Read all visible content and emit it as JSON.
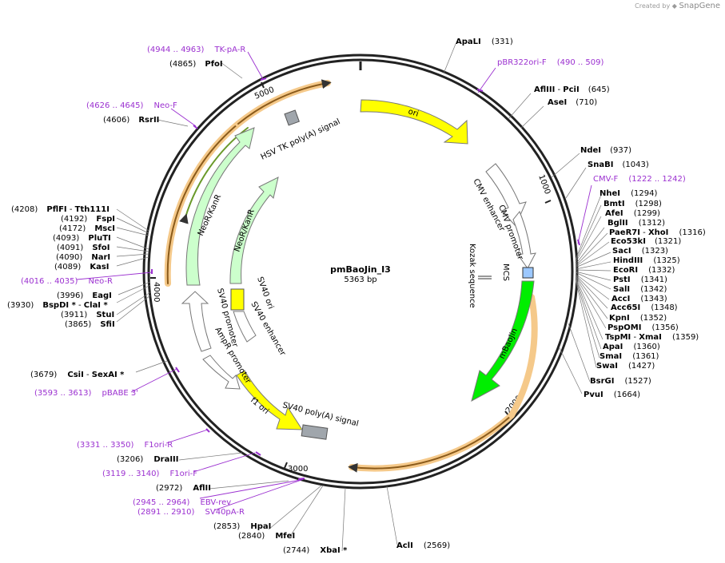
{
  "credit": {
    "prefix": "Created by",
    "brand": "SnapGene"
  },
  "plasmid": {
    "name": "pmBaoJin_I3",
    "size": "5363 bp"
  },
  "ticks": [
    "1000",
    "2000",
    "3000",
    "4000",
    "5000"
  ],
  "features": {
    "ori": "ori",
    "cmv_enhancer": "CMV enhancer",
    "cmv_promoter": "CMV promoter",
    "mcs": "MCS",
    "kozak": "Kozak sequence",
    "mbaojin": "mBaoJin",
    "sv40_polya": "SV40 poly(A) signal",
    "f1_ori": "f1 ori",
    "ampr_promoter": "AmpR promoter",
    "sv40_promoter": "SV40 promoter",
    "sv40_ori": "SV40 ori",
    "sv40_enhancer": "SV40 enhancer",
    "neokanr_outer": "NeoR/KanR",
    "neokanr_inner": "NeoR/KanR",
    "hsv_tk_polya": "HSV TK poly(A) signal"
  },
  "sites": [
    {
      "name": "ApaLI",
      "pos": "(331)"
    },
    {
      "name": "AflIII",
      "alt": "PciI",
      "pos": "(645)"
    },
    {
      "name": "AseI",
      "pos": "(710)"
    },
    {
      "name": "NdeI",
      "pos": "(937)"
    },
    {
      "name": "SnaBI",
      "pos": "(1043)"
    },
    {
      "name": "NheI",
      "pos": "(1294)"
    },
    {
      "name": "BmtI",
      "pos": "(1298)"
    },
    {
      "name": "AfeI",
      "pos": "(1299)"
    },
    {
      "name": "BglII",
      "pos": "(1312)"
    },
    {
      "name": "PaeR7I",
      "alt": "XhoI",
      "pos": "(1316)"
    },
    {
      "name": "Eco53kI",
      "pos": "(1321)"
    },
    {
      "name": "SacI",
      "pos": "(1323)"
    },
    {
      "name": "HindIII",
      "pos": "(1325)"
    },
    {
      "name": "EcoRI",
      "pos": "(1332)"
    },
    {
      "name": "PstI",
      "pos": "(1341)"
    },
    {
      "name": "SalI",
      "pos": "(1342)"
    },
    {
      "name": "AccI",
      "pos": "(1343)"
    },
    {
      "name": "Acc65I",
      "pos": "(1348)"
    },
    {
      "name": "KpnI",
      "pos": "(1352)"
    },
    {
      "name": "PspOMI",
      "pos": "(1356)"
    },
    {
      "name": "TspMI",
      "alt": "XmaI",
      "pos": "(1359)"
    },
    {
      "name": "ApaI",
      "pos": "(1360)"
    },
    {
      "name": "SmaI",
      "pos": "(1361)"
    },
    {
      "name": "SwaI",
      "pos": "(1427)"
    },
    {
      "name": "BsrGI",
      "pos": "(1527)"
    },
    {
      "name": "PvuI",
      "pos": "(1664)"
    },
    {
      "name": "AclI",
      "pos": "(2569)"
    },
    {
      "name": "XbaI *",
      "pos": "(2744)"
    },
    {
      "name": "MfeI",
      "pos": "(2840)"
    },
    {
      "name": "HpaI",
      "pos": "(2853)"
    },
    {
      "name": "AflII",
      "pos": "(2972)"
    },
    {
      "name": "DraIII",
      "pos": "(3206)"
    },
    {
      "name": "CsiI",
      "alt": "SexAI *",
      "pos": "(3679)"
    },
    {
      "name": "SfiI",
      "pos": "(3865)"
    },
    {
      "name": "StuI",
      "pos": "(3911)"
    },
    {
      "name": "BspDI *",
      "alt": "ClaI *",
      "pos": "(3930)"
    },
    {
      "name": "EagI",
      "pos": "(3996)"
    },
    {
      "name": "KasI",
      "pos": "(4089)"
    },
    {
      "name": "NarI",
      "pos": "(4090)"
    },
    {
      "name": "SfoI",
      "pos": "(4091)"
    },
    {
      "name": "PluTI",
      "pos": "(4093)"
    },
    {
      "name": "MscI",
      "pos": "(4172)"
    },
    {
      "name": "FspI",
      "pos": "(4192)"
    },
    {
      "name": "PflFI",
      "alt": "Tth111I",
      "pos": "(4208)"
    },
    {
      "name": "RsrII",
      "pos": "(4606)"
    },
    {
      "name": "PfoI",
      "pos": "(4865)"
    }
  ],
  "primers": [
    {
      "name": "pBR322ori-F",
      "pos": "(490 .. 509)"
    },
    {
      "name": "CMV-F",
      "pos": "(1222 .. 1242)"
    },
    {
      "name": "EBV-rev",
      "pos": "(2945 .. 2964)"
    },
    {
      "name": "SV40pA-R",
      "pos": "(2891 .. 2910)"
    },
    {
      "name": "F1ori-F",
      "pos": "(3119 .. 3140)"
    },
    {
      "name": "F1ori-R",
      "pos": "(3331 .. 3350)"
    },
    {
      "name": "pBABE 3'",
      "pos": "(3593 .. 3613)"
    },
    {
      "name": "Neo-R",
      "pos": "(4016 .. 4035)"
    },
    {
      "name": "Neo-F",
      "pos": "(4626 .. 4645)"
    },
    {
      "name": "TK-pA-R",
      "pos": "(4944 .. 4963)"
    }
  ]
}
